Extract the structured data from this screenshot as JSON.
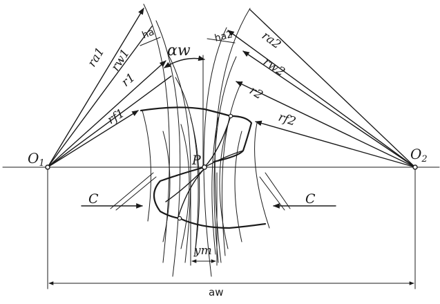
{
  "labels": {
    "o1": "O",
    "o1_sub": "1",
    "o2": "O",
    "o2_sub": "2",
    "p": "P",
    "alpha_w": "αw",
    "ra1": "ra1",
    "rw1": "rw1",
    "r1": "r1",
    "rf1": "rf1",
    "ha": "ha",
    "ra2": "ra2",
    "ha2": "ha2",
    "rw2": "rw2",
    "r2": "r2",
    "rf2": "rf2",
    "ym": "ym",
    "c_left": "C",
    "c_right": "C",
    "aw": "aw"
  }
}
